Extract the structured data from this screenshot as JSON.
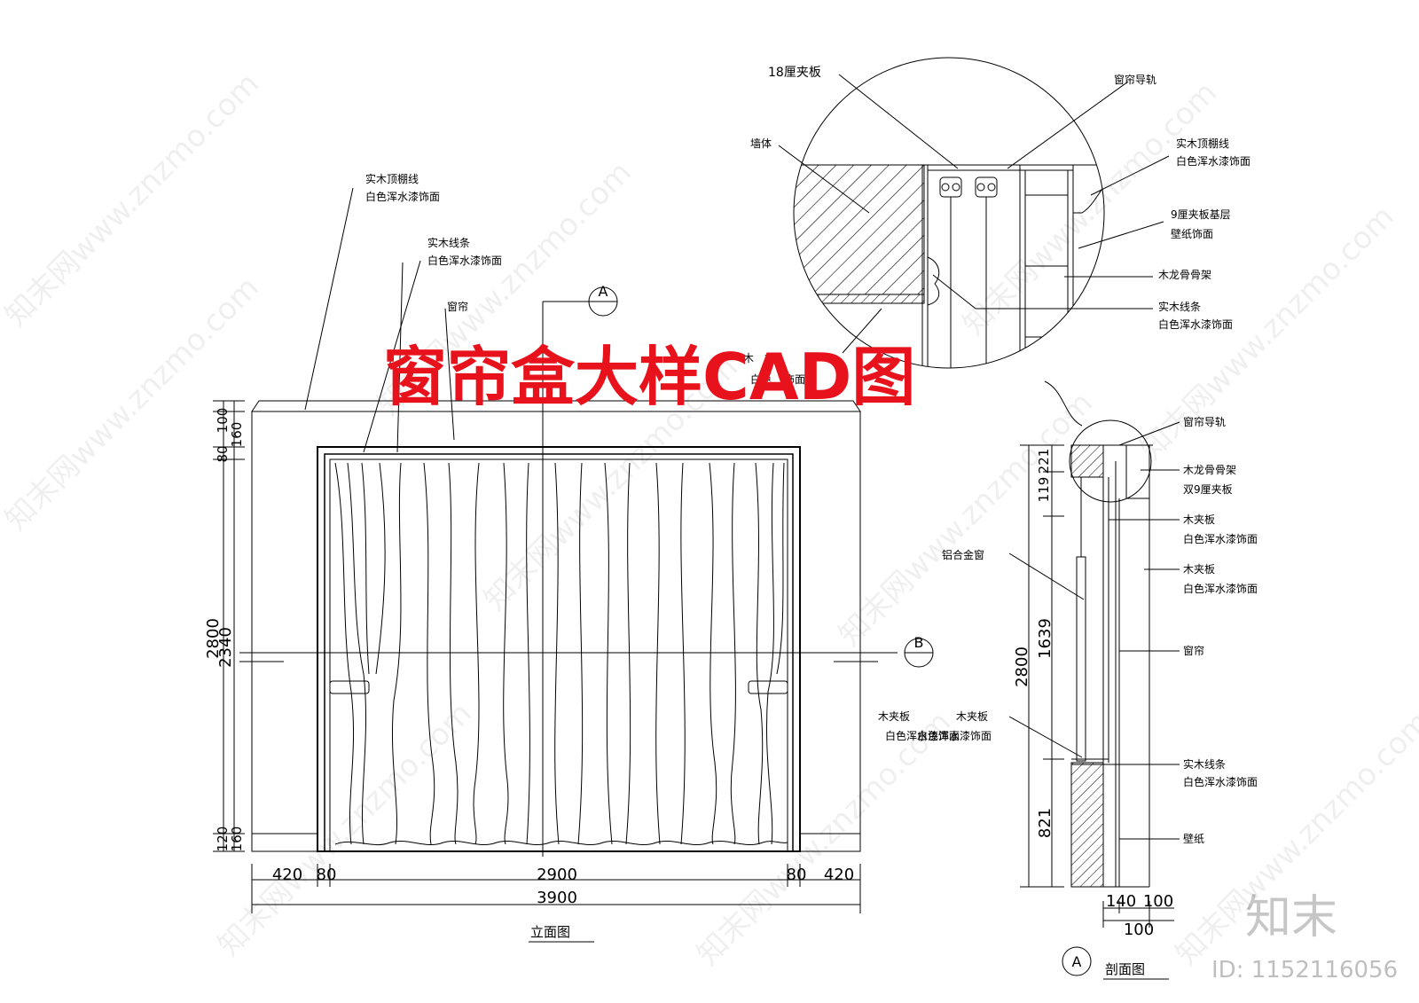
{
  "title": "窗帘盒大样CAD图",
  "elevation": {
    "labels": {
      "crown": [
        "实木顶棚线",
        "白色浑水漆饰面"
      ],
      "trim": [
        "实木线条",
        "白色浑水漆饰面"
      ],
      "curtain": "窗帘",
      "board_partial": [
        "木夹板",
        "白色浑水漆饰面"
      ]
    },
    "section_marks": {
      "a": "A",
      "b": "B"
    },
    "vertical_dims": {
      "outer": "2800",
      "inner": "2340",
      "top_a": "100",
      "top_b": "80",
      "top_c": "160",
      "bottom_a": "120",
      "bottom_b": "160"
    },
    "horizontal_dims": {
      "left_a": "420",
      "left_b": "80",
      "middle": "2900",
      "right_b": "80",
      "right_a": "420",
      "total": "3900"
    },
    "caption": "立面图"
  },
  "detail": {
    "labels": {
      "ply18": "18厘夹板",
      "track": "窗帘导轨",
      "wall": "墙体",
      "crown": [
        "实木顶棚线",
        "白色浑水漆饰面"
      ],
      "ply9": [
        "9厘夹板基层",
        "壁纸饰面"
      ],
      "keel": "木龙骨骨架",
      "trim": [
        "实木线条",
        "白色浑水漆饰面"
      ],
      "board_partial": [
        "木",
        "板",
        "白色",
        "饰面"
      ]
    }
  },
  "section": {
    "labels": {
      "track": "窗帘导轨",
      "keel": [
        "木龙骨骨架",
        "双9厘夹板"
      ],
      "board1": [
        "木夹板",
        "白色浑水漆饰面"
      ],
      "board2": [
        "木夹板",
        "白色浑水漆饰面"
      ],
      "alu": "铝合金窗",
      "curtain": "窗帘",
      "board3": [
        "木夹板",
        "白色浑水漆饰面"
      ],
      "trim": [
        "实木线条",
        "白色浑水漆饰面"
      ],
      "wallpaper": "壁纸"
    },
    "vertical_dims": {
      "outer": "2800",
      "top_a": "119",
      "top_b": "221",
      "middle": "1639",
      "bottom": "821"
    },
    "horizontal_dims": {
      "a": "140",
      "b": "100",
      "total": "100"
    },
    "mark": "A",
    "caption": "剖面图"
  },
  "watermarks": {
    "text": "知末网www.znzmo.com",
    "logo": "知末",
    "id": "ID: 1152116056"
  },
  "colors": {
    "title": "#e8121c",
    "line": "#000000"
  }
}
